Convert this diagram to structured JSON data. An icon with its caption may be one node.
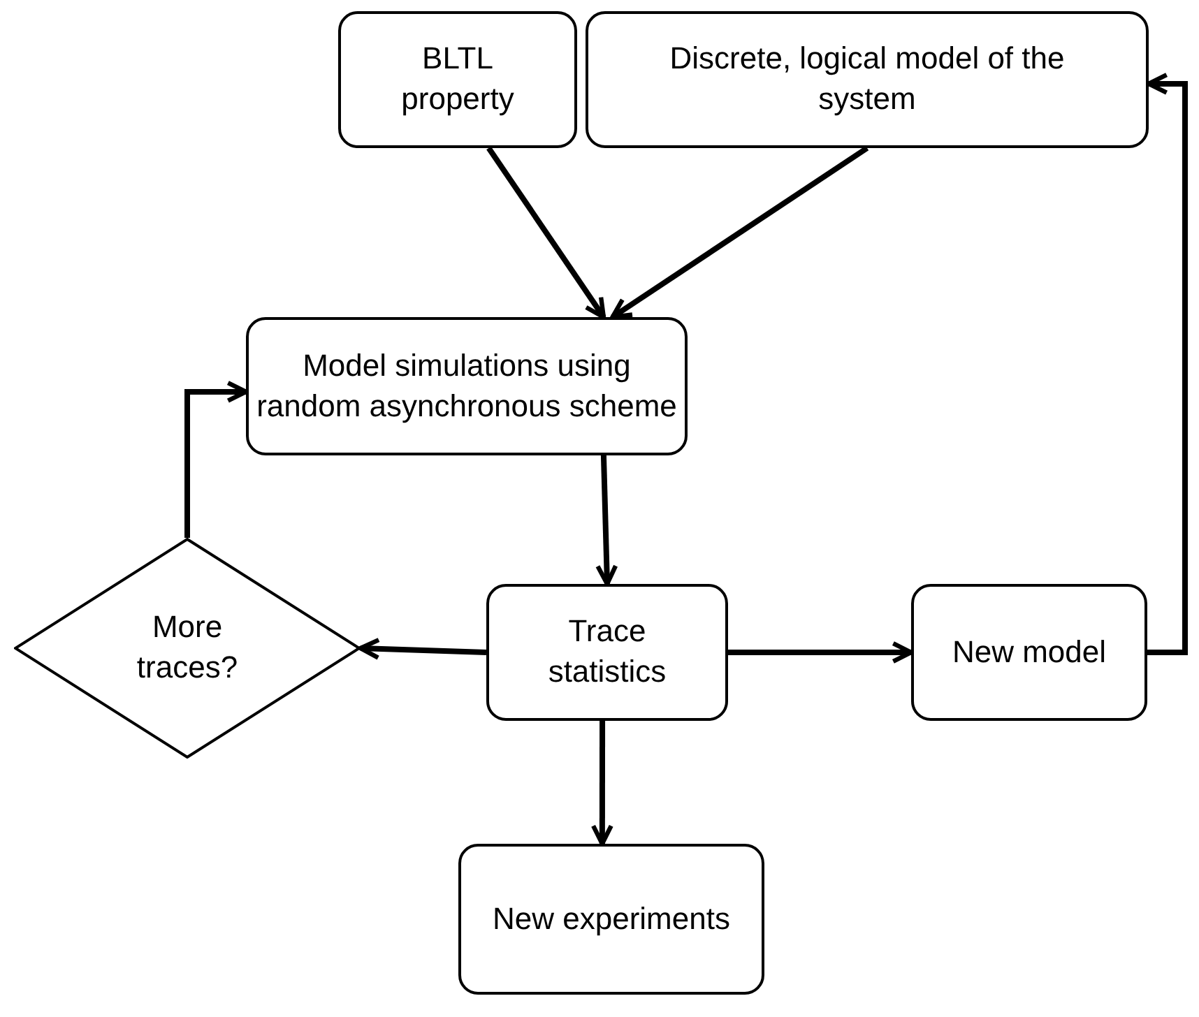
{
  "diagram": {
    "nodes": [
      {
        "text": [
          "BLTL property"
        ]
      },
      {
        "text": [
          "Discrete, logical model of the system"
        ]
      },
      {
        "text": [
          "Model simulations using random asynchronous scheme"
        ]
      },
      {
        "text": [
          "More traces?"
        ]
      },
      {
        "text": [
          "Trace statistics"
        ]
      },
      {
        "text": [
          "New model"
        ]
      },
      {
        "text": [
          "New experiments"
        ]
      }
    ],
    "edges": [
      {
        "from": 0,
        "to": 2,
        "arrow": "to"
      },
      {
        "from": 1,
        "to": 2,
        "arrow": "to"
      },
      {
        "from": 2,
        "to": 4,
        "arrow": "to"
      },
      {
        "from": 4,
        "to": 3,
        "arrow": "to"
      },
      {
        "from": 4,
        "to": 5,
        "arrow": "to"
      },
      {
        "from": 5,
        "to": 1,
        "arrow": "to"
      },
      {
        "from": 3,
        "to": 2,
        "arrow": "to"
      },
      {
        "from": 4,
        "to": 6,
        "arrow": "to"
      }
    ]
  }
}
